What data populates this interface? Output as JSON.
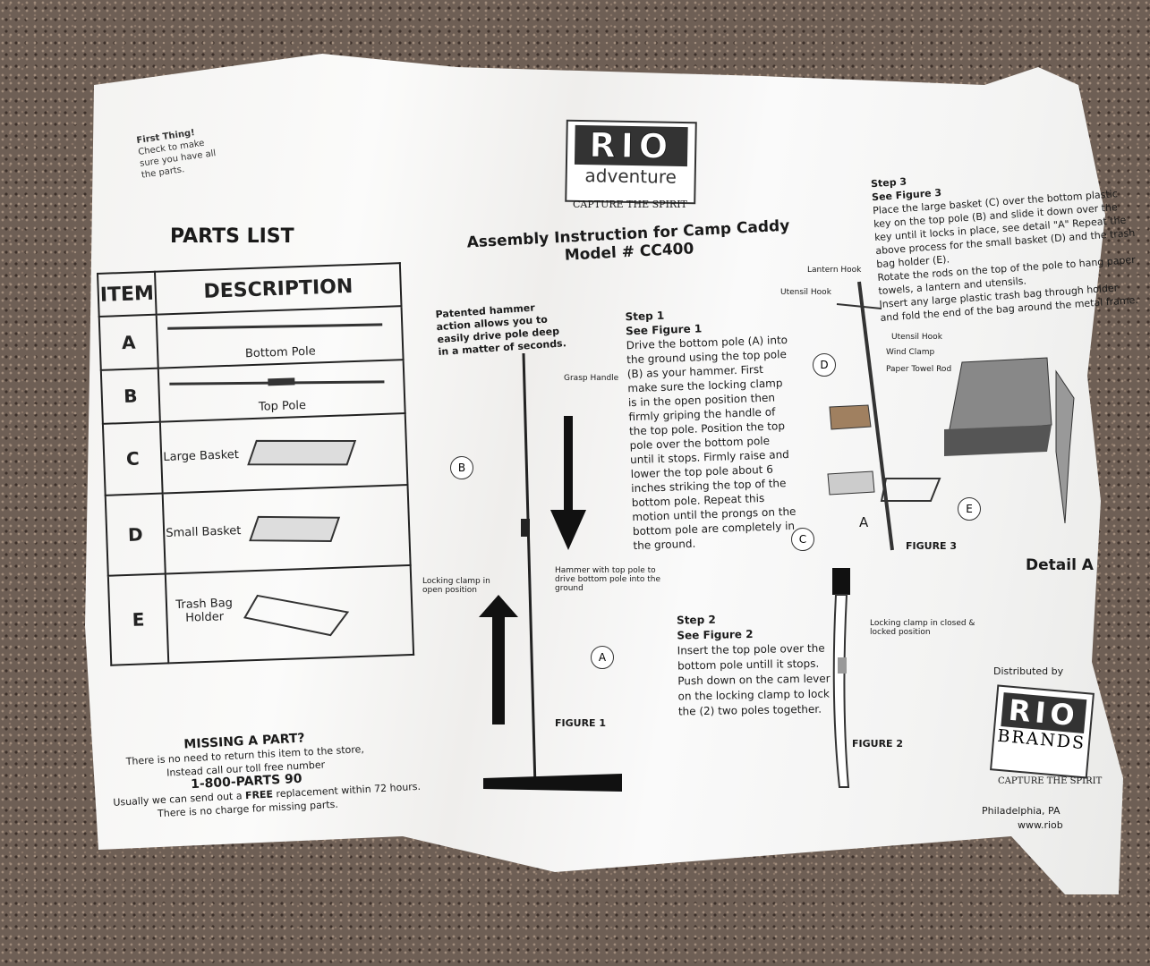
{
  "first_thing": {
    "title": "First Thing!",
    "lines": [
      "Check to make",
      "sure you have all",
      "the parts."
    ]
  },
  "logo": {
    "top": "RIO",
    "bottom": "adventure",
    "tagline": "CAPTURE THE SPIRIT"
  },
  "title": {
    "line1": "Assembly Instruction for Camp Caddy",
    "line2": "Model # CC400"
  },
  "parts_list": {
    "heading": "PARTS LIST",
    "col_item": "ITEM",
    "col_desc": "DESCRIPTION",
    "rows": [
      {
        "item": "A",
        "desc": "Bottom Pole"
      },
      {
        "item": "B",
        "desc": "Top Pole"
      },
      {
        "item": "C",
        "desc": "Large Basket"
      },
      {
        "item": "D",
        "desc": "Small Basket"
      },
      {
        "item": "E",
        "desc": "Trash Bag Holder"
      }
    ]
  },
  "missing": {
    "heading": "MISSING A PART?",
    "line1": "There is no need to return this item to the store,",
    "line2": "Instead call our toll free number",
    "phone": "1-800-PARTS 90",
    "line3_pre": "Usually we can send out a ",
    "line3_bold": "FREE",
    "line3_post": " replacement within 72 hours.",
    "line4": "There is no charge for missing parts."
  },
  "figure1": {
    "caption": "Patented hammer action allows you to easily drive pole deep in a matter of seconds.",
    "grasp": "Grasp Handle",
    "locking": "Locking clamp in open position",
    "hammer": "Hammer with top pole to drive bottom pole into the ground",
    "label": "FIGURE 1",
    "b": "B",
    "a": "A"
  },
  "step1": {
    "title": "Step 1",
    "sub": "See Figure 1",
    "lines": [
      "Drive the bottom pole (A) into",
      "the ground using the top pole",
      "(B) as your hammer. First",
      "make sure the locking clamp",
      "is in the open position then",
      "firmly griping the handle of",
      "the top pole. Position the top",
      "pole over the bottom pole",
      "until it stops. Firmly raise and",
      "lower the top pole about  6",
      "inches striking the top of the",
      "bottom pole. Repeat this",
      "motion until the prongs on the",
      "bottom pole are completely in",
      "the ground."
    ]
  },
  "step2": {
    "title": "Step 2",
    "sub": "See Figure 2",
    "lines": [
      "Insert the top pole over the",
      "bottom pole untill it stops.",
      "Push down on the cam lever",
      "on the locking clamp to lock",
      "the (2) two poles together."
    ]
  },
  "figure2": {
    "clamp": "Locking clamp in closed & locked position",
    "label": "FIGURE 2"
  },
  "step3": {
    "title": "Step 3",
    "sub": "See Figure 3",
    "lines": [
      "Place the large basket (C) over the bottom plastic",
      "key on the top pole (B) and slide it down over the",
      "key until it locks in place, see detail \"A\" Repeat the",
      "above process for the small basket (D) and the trash",
      "bag holder (E).",
      "Rotate the rods on the top of the pole to hang paper",
      "towels, a lantern and utensils.",
      "Insert any large plastic trash bag through holder",
      "and fold the end of the bag around the metal frame."
    ]
  },
  "figure3": {
    "lantern": "Lantern Hook",
    "utensil_left": "Utensil Hook",
    "utensil_right": "Utensil Hook",
    "wind": "Wind Clamp",
    "towel": "Paper Towel Rod",
    "label": "FIGURE 3",
    "c": "C",
    "d": "D",
    "e": "E",
    "a": "A"
  },
  "detail": {
    "label": "Detail A"
  },
  "distributor": {
    "heading": "Distributed by",
    "brand_top": "RIO",
    "brand_bottom": "BRANDS",
    "tagline": "CAPTURE THE SPIRIT",
    "city": "Philadelphia, PA",
    "web": "www.riob"
  }
}
